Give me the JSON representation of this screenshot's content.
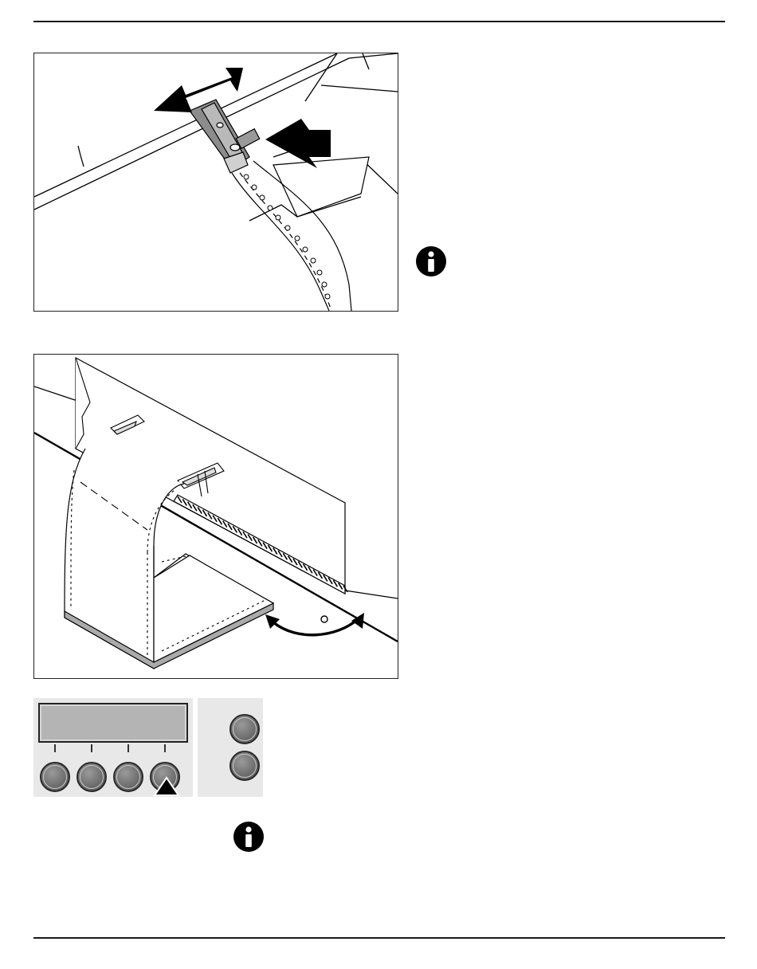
{
  "page": {
    "icons": {
      "note_icon_upper": "info-icon",
      "note_icon_lower": "info-icon"
    },
    "figures": {
      "tractor_adjust": "tractor-clamp-illustration",
      "paper_path": "continuous-paper-path-illustration"
    },
    "control_panel": {
      "lcd_color": "#b4b4b4",
      "panel_color": "#e8e8e8",
      "button_color": "#6f6f6f",
      "soft_keys_count": 4,
      "side_keys_count": 2,
      "highlighted_key": 4
    },
    "colors": {
      "rule": "#1a1a1a",
      "ink": "#000000"
    }
  }
}
